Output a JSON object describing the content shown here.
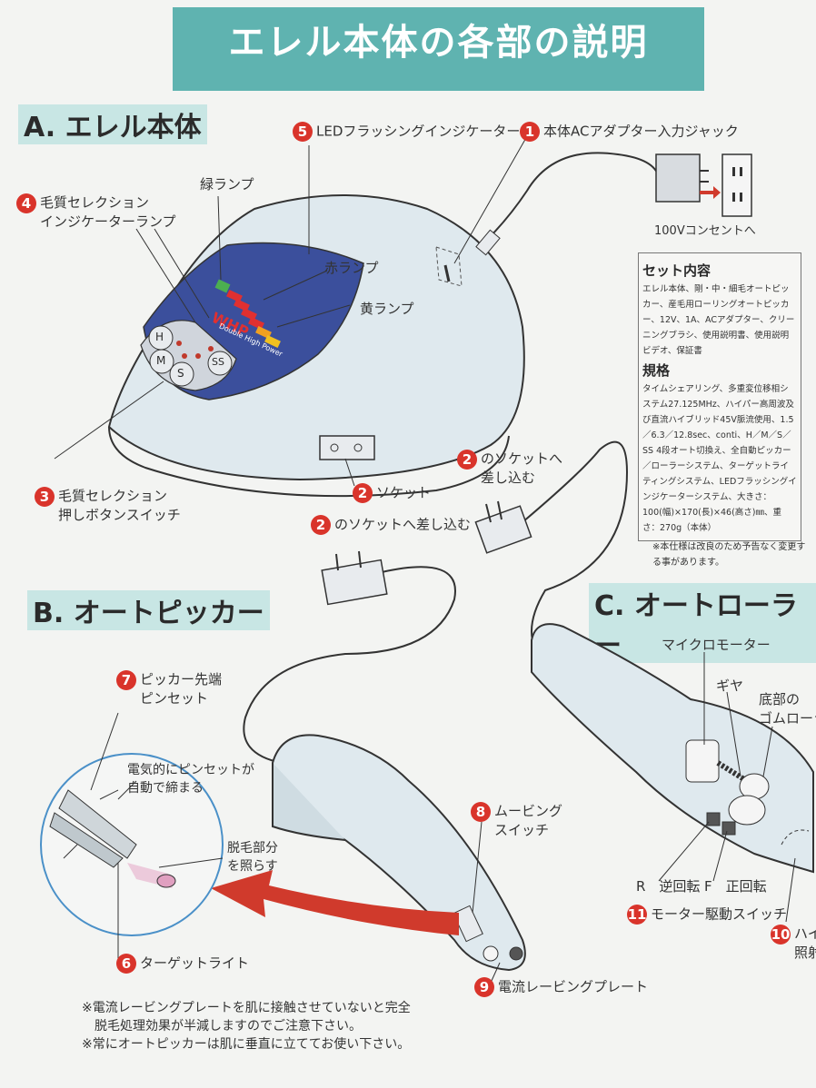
{
  "title": "エレル本体の各部の説明",
  "sections": {
    "a": "A. エレル本体",
    "b": "B. オートピッカー",
    "c": "C. オートローラー"
  },
  "parts_a": {
    "p1": {
      "num": "1",
      "label": "本体ACアダプター入力ジャック"
    },
    "p2": {
      "num": "2",
      "label": "ソケット"
    },
    "p3": {
      "num": "3",
      "label": "毛質セレクション\n押しボタンスイッチ"
    },
    "p4": {
      "num": "4",
      "label": "毛質セレクション\nインジケーターランプ"
    },
    "p5": {
      "num": "5",
      "label": "LEDフラッシングインジケーター"
    },
    "green_lamp": "緑ランプ",
    "red_lamp": "赤ランプ",
    "yellow_lamp": "黄ランプ",
    "outlet": "100Vコンセントへ",
    "brand": "WHP",
    "brand_sub": "Double High Power",
    "buttons": [
      "H",
      "M",
      "S",
      "SS"
    ]
  },
  "plugs": {
    "plug1_num": "2",
    "plug1_label": "のソケットへ\n差し込む",
    "plug2_num": "2",
    "plug2_label": "のソケットへ差し込む"
  },
  "spec": {
    "set_heading": "セット内容",
    "set_text": "エレル本体、剛・中・細毛オートピッカー、産毛用ローリングオートピッカー、12V、1A、ACアダプター、クリーニングブラシ、使用説明書、使用説明ビデオ、保証書",
    "spec_heading": "規格",
    "spec_text": "タイムシェアリング、多重変位移相システム27.125MHz、ハイパー高周波及び直流ハイブリッド45V脈流使用、1.5／6.3／12.8sec、conti、H／M／S／SS 4段オート切換え、全自動ピッカー／ローラーシステム、ターゲットライティングシステム、LEDフラッシングインジケーターシステム、大きさ：100(幅)×170(長)×46(高さ)㎜、重さ：270g（本体）",
    "note": "※本仕様は改良のため予告なく変更する事があります。"
  },
  "parts_b": {
    "p6": {
      "num": "6",
      "label": "ターゲットライト"
    },
    "p7": {
      "num": "7",
      "label": "ピッカー先端\nピンセット"
    },
    "p8": {
      "num": "8",
      "label": "ムービング\nスイッチ"
    },
    "p9": {
      "num": "9",
      "label": "電流レービングプレート"
    },
    "callout1": "電気的にピンセットが\n自動で締まる",
    "callout2": "脱毛部分\nを照らす"
  },
  "parts_c": {
    "micro_motor": "マイクロモーター",
    "gear": "ギヤ",
    "bottom_roller": "底部の\nゴムローラー",
    "rev": "R　逆回転",
    "fwd": "F　正回転",
    "p10": {
      "num": "10",
      "label": "ハイパ\n照射ツ"
    },
    "p11": {
      "num": "11",
      "label": "モーター駆動スイッチ"
    }
  },
  "footnote": "※電流レービングプレートを肌に接触させていないと完全\n　脱毛処理効果が半減しますのでご注意下さい。\n※常にオートピッカーは肌に垂直に立ててお使い下さい。",
  "colors": {
    "teal": "#5fb3b0",
    "red_badge": "#d9342b",
    "arrow": "#d03a2c",
    "device": "#dfe9ee",
    "panel": "#3b4f9c"
  }
}
